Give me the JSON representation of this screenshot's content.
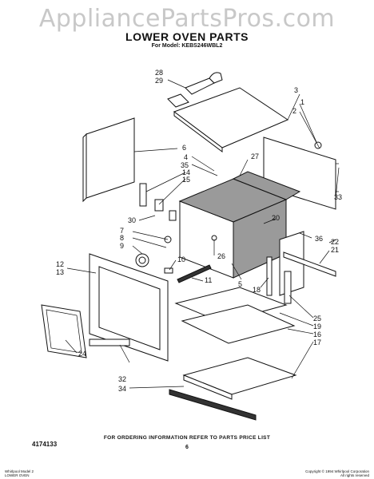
{
  "watermark": "AppliancePartsPros.com",
  "title": "LOWER OVEN PARTS",
  "subtitle": "For Model: KEBS246WBL2",
  "doc_number": "4174133",
  "ordering_note": "FOR ORDERING INFORMATION REFER TO PARTS PRICE LIST",
  "page_number": "6",
  "footer_left": [
    "Whirlpool Model 2",
    "LOWER OVEN"
  ],
  "footer_right": [
    "Copyright © 1994 Whirlpool Corporation",
    "All rights reserved"
  ],
  "callouts": {
    "c28": "28",
    "c29": "29",
    "c3": "3",
    "c1": "1",
    "c2": "2",
    "c6": "6",
    "c4": "4",
    "c35": "35",
    "c14": "14",
    "c15": "15",
    "c27": "27",
    "c33": "33",
    "c30": "30",
    "c7": "7",
    "c8": "8",
    "c9": "9",
    "c10": "10",
    "c26": "26",
    "c20": "20",
    "c36": "36",
    "c22": "22",
    "c21": "21",
    "c12": "12",
    "c13": "13",
    "c11": "11",
    "c5": "5",
    "c18": "18",
    "c25": "25",
    "c19": "19",
    "c16": "16",
    "c17": "17",
    "c24": "24",
    "c32": "32",
    "c34": "34"
  }
}
